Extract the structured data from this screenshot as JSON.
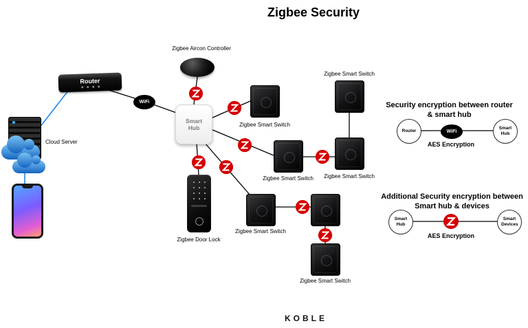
{
  "title": "Zigbee Security",
  "brand": "KOBLE",
  "wifi_label": "WiFi",
  "nodes": {
    "router": "Router",
    "cloud_server": "Cloud Server",
    "aircon": "Zigbee Aircon Controller",
    "hub": "Smart Hub",
    "lock": "Zigbee Door Lock",
    "switch": "Zigbee Smart Switch"
  },
  "legend1": {
    "title": "Security encryption between router & smart hub",
    "left": "Router",
    "wifi": "WiFi",
    "right": "Smart Hub",
    "caption": "AES Encryption"
  },
  "legend2": {
    "title": "Additional Security encryption between Smart hub & devices",
    "left": "Smart Hub",
    "right": "Smart Devices",
    "caption": "AES Encryption"
  },
  "colors": {
    "encryption_red": "#d40000",
    "cloud_blue": "#1e7fd6",
    "connector_blue": "#1e88eb",
    "line_black": "#000000"
  }
}
